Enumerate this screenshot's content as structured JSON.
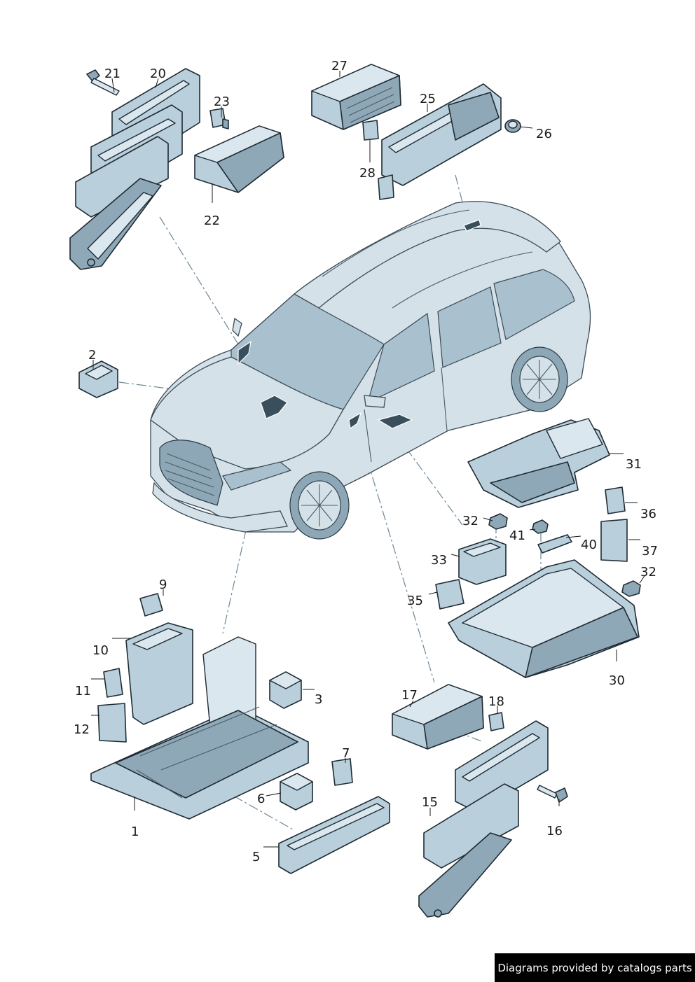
{
  "diagram": {
    "callouts": [
      {
        "id": "c21",
        "text": "21"
      },
      {
        "id": "c20",
        "text": "20"
      },
      {
        "id": "c23",
        "text": "23"
      },
      {
        "id": "c22",
        "text": "22"
      },
      {
        "id": "c27",
        "text": "27"
      },
      {
        "id": "c25",
        "text": "25"
      },
      {
        "id": "c26",
        "text": "26"
      },
      {
        "id": "c28",
        "text": "28"
      },
      {
        "id": "c2",
        "text": "2"
      },
      {
        "id": "c31",
        "text": "31"
      },
      {
        "id": "c36",
        "text": "36"
      },
      {
        "id": "c32a",
        "text": "32"
      },
      {
        "id": "c41",
        "text": "41"
      },
      {
        "id": "c40",
        "text": "40"
      },
      {
        "id": "c37",
        "text": "37"
      },
      {
        "id": "c33",
        "text": "33"
      },
      {
        "id": "c32b",
        "text": "32"
      },
      {
        "id": "c35",
        "text": "35"
      },
      {
        "id": "c30",
        "text": "30"
      },
      {
        "id": "c9",
        "text": "9"
      },
      {
        "id": "c10",
        "text": "10"
      },
      {
        "id": "c3",
        "text": "3"
      },
      {
        "id": "c11",
        "text": "11"
      },
      {
        "id": "c12",
        "text": "12"
      },
      {
        "id": "c7",
        "text": "7"
      },
      {
        "id": "c6",
        "text": "6"
      },
      {
        "id": "c1",
        "text": "1"
      },
      {
        "id": "c5",
        "text": "5"
      },
      {
        "id": "c17",
        "text": "17"
      },
      {
        "id": "c18",
        "text": "18"
      },
      {
        "id": "c15",
        "text": "15"
      },
      {
        "id": "c16",
        "text": "16"
      }
    ]
  },
  "footer": {
    "credit": "Diagrams provided by catalogs parts"
  },
  "colors": {
    "part_fill": "#b9cfdc",
    "outline": "#1f2b33",
    "leader_dash": "#6d8796",
    "credit_bg": "#000000"
  }
}
